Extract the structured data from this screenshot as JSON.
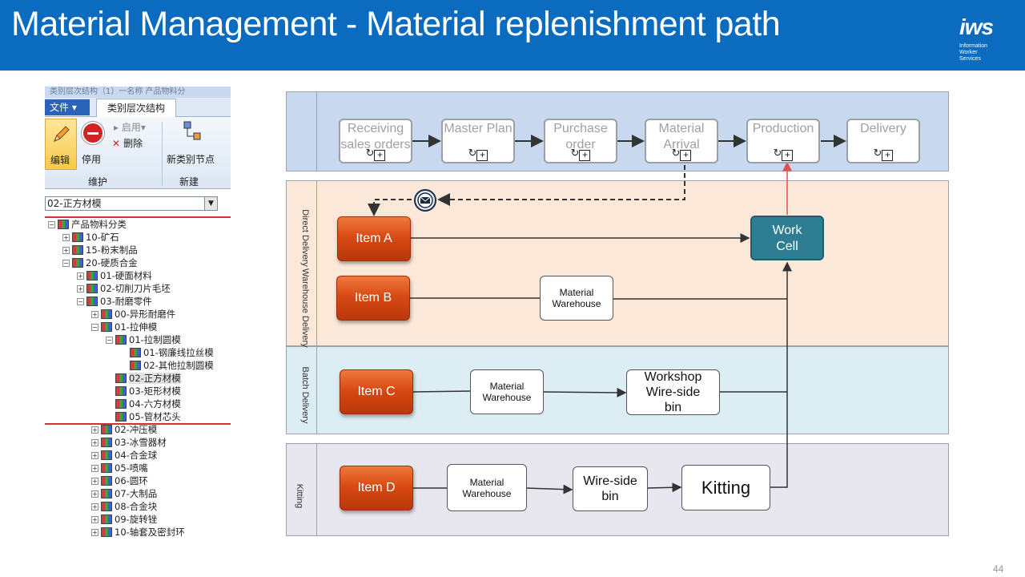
{
  "header": {
    "title": "Material Management - Material replenishment path",
    "logo_text": "iws",
    "logo_sub": [
      "Information",
      "Worker",
      "Services"
    ]
  },
  "tree_panel": {
    "title_fragment": "类别层次结构（1）一名称  产品物料分",
    "file_tab": "文件 ▾",
    "category_tab": "类别层次结构",
    "ribbon": {
      "edit": "编辑",
      "stop": "停用",
      "enable": "启用",
      "delete": "删除",
      "new_node": "新类别节点",
      "group_maintain": "维护",
      "group_new": "新建"
    },
    "combo_value": "02-正方材模",
    "tree_items": [
      "产品物料分类",
      "10-矿石",
      "15-粉末制品",
      "20-硬质合金",
      "01-硬面材料",
      "02-切削刀片毛坯",
      "03-耐磨零件",
      "00-异形耐磨件",
      "01-拉伸模",
      "01-拉制圆模",
      "01-钢廉线拉丝模",
      "02-其他拉制圆模",
      "02-正方材模",
      "03-矩形材模",
      "04-六方材模",
      "05-管材芯头",
      "02-冲压模",
      "03-冰雪器材",
      "04-合金球",
      "05-喷嘴",
      "06-圆环",
      "07-大制品",
      "08-合金块",
      "09-旋转锉",
      "10-轴套及密封环"
    ]
  },
  "diagram": {
    "lanes": {
      "direct": "Direct Delivery",
      "warehouse": "Warehouse Delivery",
      "batch": "Batch Delivery",
      "kitting": "Kitting"
    },
    "process_steps": [
      "Receiving sales orders",
      "Master Plan",
      "Purchase order",
      "Material Arrival",
      "Production",
      "Delivery"
    ],
    "items": {
      "a": "Item A",
      "b": "Item B",
      "c": "Item C",
      "d": "Item D"
    },
    "boxes": {
      "work_cell": "Work Cell",
      "mat_wh_b": "Material Warehouse",
      "mat_wh_c": "Material Warehouse",
      "workshop_bin": "Workshop Wire-side bin",
      "mat_wh_d": "Material Warehouse",
      "wire_side_bin": "Wire-side bin",
      "kitting": "Kitting"
    }
  },
  "page_number": "44",
  "colors": {
    "header_blue": "#0b6bbf",
    "process_lane": "#c8d8ef",
    "direct_lane": "#fce8d9",
    "batch_lane": "#dcedf3",
    "kitting_lane": "#e8e6ef",
    "item_orange": "#d84a14",
    "work_cell": "#2f7d92"
  }
}
